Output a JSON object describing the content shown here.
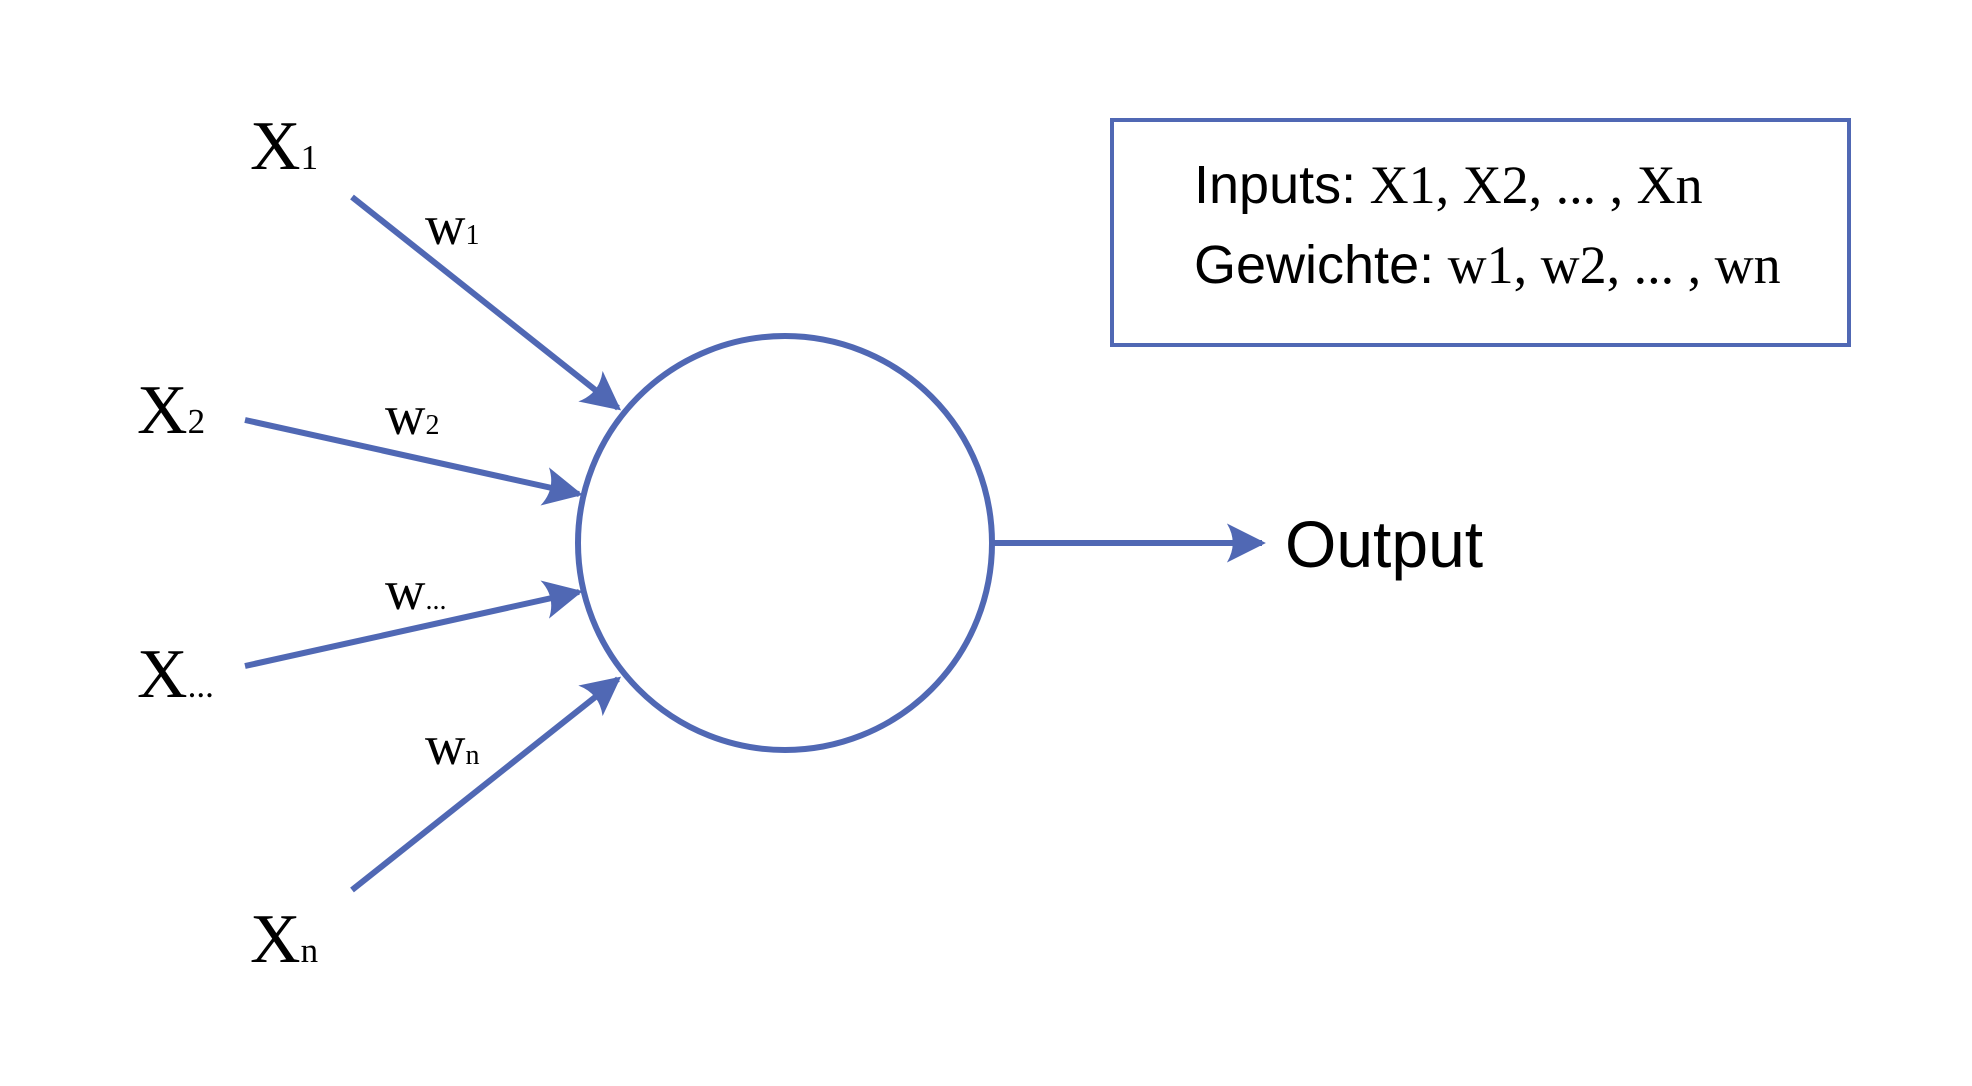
{
  "colors": {
    "stroke": "#5068b4",
    "text": "#000000",
    "background": "#ffffff"
  },
  "inputs": [
    {
      "name": "X",
      "sub": "1",
      "weight": "w",
      "weight_sub": "1"
    },
    {
      "name": "X",
      "sub": "2",
      "weight": "w",
      "weight_sub": "2"
    },
    {
      "name": "X",
      "sub": "...",
      "weight": "w",
      "weight_sub": "..."
    },
    {
      "name": "X",
      "sub": "n",
      "weight": "w",
      "weight_sub": "n"
    }
  ],
  "output": {
    "label": "Output"
  },
  "legend": {
    "inputs_key": "Inputs:",
    "inputs_value": "X1, X2, ... , Xn",
    "weights_key": "Gewichte:",
    "weights_value": "w1, w2, ... , wn"
  }
}
